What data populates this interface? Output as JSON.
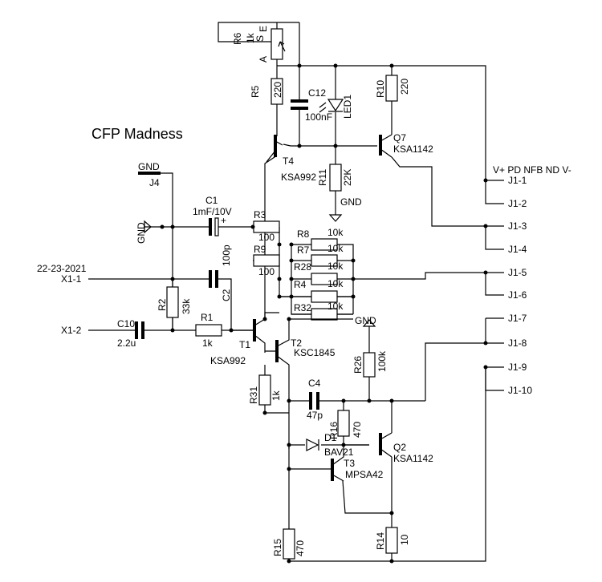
{
  "title": "CFP Madness",
  "date_label": "22-23-2021",
  "parts": {
    "R6": {
      "ref": "R6",
      "value": "1k",
      "pinA": "A",
      "pinE": "E",
      "pinS": "S"
    },
    "R5": {
      "ref": "R5",
      "value": "220"
    },
    "C12": {
      "ref": "C12",
      "value": "100nF"
    },
    "LED1": {
      "ref": "LED1"
    },
    "R10": {
      "ref": "R10",
      "value": "220"
    },
    "Q7": {
      "ref": "Q7",
      "value": "KSA1142"
    },
    "T4": {
      "ref": "T4",
      "value": "KSA992"
    },
    "R11": {
      "ref": "R11",
      "value": "22K"
    },
    "C1": {
      "ref": "C1",
      "value": "1mF/10V",
      "plus": "+"
    },
    "R3": {
      "ref": "R3",
      "value": "100"
    },
    "R9": {
      "ref": "R9",
      "value": "100"
    },
    "C2": {
      "ref": "C2",
      "value": "100p"
    },
    "R8": {
      "ref": "R8",
      "value": "10k"
    },
    "R7": {
      "ref": "R7",
      "value": "10k"
    },
    "R28": {
      "ref": "R28",
      "value": "10k"
    },
    "R4": {
      "ref": "R4",
      "value": "10k"
    },
    "R32": {
      "ref": "R32",
      "value": "10k"
    },
    "R2": {
      "ref": "R2",
      "value": "33k"
    },
    "C10": {
      "ref": "C10",
      "value": "2.2u"
    },
    "R1": {
      "ref": "R1",
      "value": "1k"
    },
    "T1": {
      "ref": "T1",
      "value": "KSA992"
    },
    "T2": {
      "ref": "T2",
      "value": "KSC1845"
    },
    "R26": {
      "ref": "R26",
      "value": "100k"
    },
    "R31": {
      "ref": "R31",
      "value": "1k"
    },
    "C4": {
      "ref": "C4",
      "value": "47p"
    },
    "R16": {
      "ref": "R16",
      "value": "470"
    },
    "D1": {
      "ref": "D1",
      "value": "BAV21"
    },
    "Q2": {
      "ref": "Q2",
      "value": "KSA1142"
    },
    "T3": {
      "ref": "T3",
      "value": "MPSA42"
    },
    "R15": {
      "ref": "R15",
      "value": "470"
    },
    "R14": {
      "ref": "R14",
      "value": "10"
    }
  },
  "ports": {
    "J4": "J4",
    "gnd": "GND",
    "x1_1": "X1-1",
    "x1_2": "X1-2"
  },
  "connector": {
    "header": "V+ PD NFB ND V-",
    "pins": [
      "J1-1",
      "J1-2",
      "J1-3",
      "J1-4",
      "J1-5",
      "J1-6",
      "J1-7",
      "J1-8",
      "J1-9",
      "J1-10"
    ]
  }
}
